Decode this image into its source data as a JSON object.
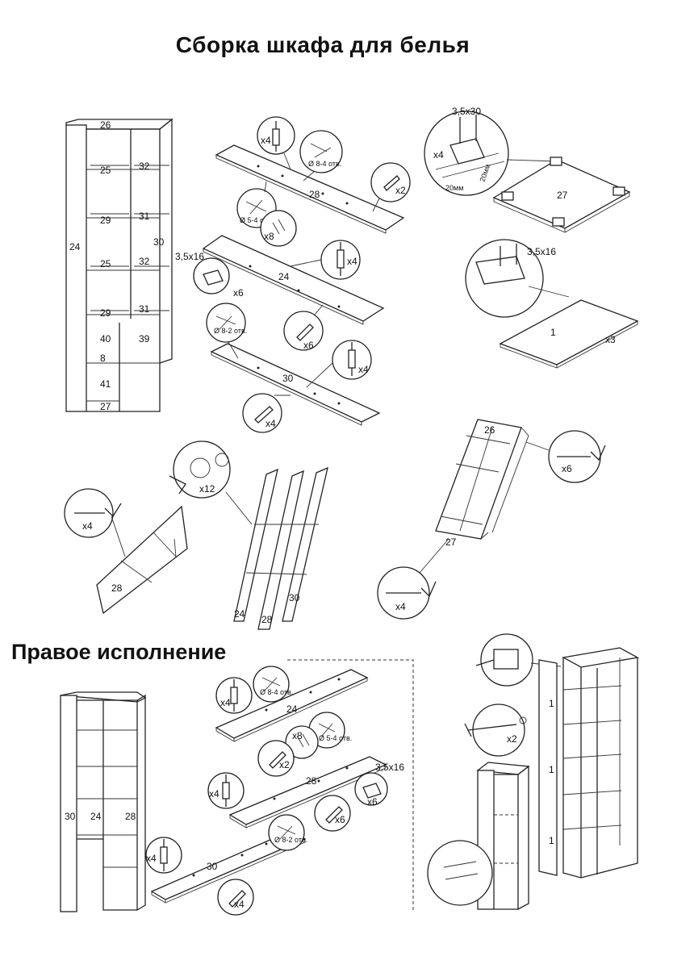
{
  "page": {
    "title": "Сборка шкафа для белья",
    "section_right": "Правое исполнение"
  },
  "cabinet_main": {
    "labels": [
      "26",
      "25",
      "32",
      "24",
      "29",
      "31",
      "30",
      "25",
      "32",
      "29",
      "31",
      "40",
      "39",
      "8",
      "41",
      "27"
    ]
  },
  "step_boards": {
    "board_28": {
      "label": "28",
      "qty_top": "x4",
      "drill_a": "Ø 8-4 отв.",
      "drill_b": "Ø 5-4 отв.",
      "qty_dowel": "x8",
      "qty_pin": "x2"
    },
    "board_24": {
      "label": "24",
      "screw": "3,5x16",
      "qty_bracket": "x6",
      "qty_top": "x4",
      "qty_pin": "x6"
    },
    "board_30": {
      "label": "30",
      "drill": "Ø 8-2 отв.",
      "qty_top": "x4",
      "qty_pin": "x4"
    }
  },
  "step_base": {
    "screw": "3,5x30",
    "qty": "x4",
    "dim_a": "20мм",
    "dim_b": "20мм",
    "label": "27"
  },
  "step_shelves": {
    "screw": "3,5x16",
    "label": "1",
    "qty": "x3"
  },
  "step_assembly": {
    "left": {
      "qty": "x4",
      "label": "28"
    },
    "middle": {
      "qty": "x12",
      "labels": [
        "24",
        "28",
        "30"
      ]
    },
    "right": {
      "qty_top": "x6",
      "qty_bottom": "x4",
      "label_top": "26",
      "label_bottom": "27"
    }
  },
  "right_version": {
    "cabinet_labels": [
      "30",
      "24",
      "28"
    ],
    "board_24": {
      "label": "24",
      "qty_top": "x4",
      "drill_a": "Ø 8-4 отв.",
      "drill_b": "Ø 5-4 отв.",
      "qty_dowel": "x8",
      "qty_pin": "x2"
    },
    "board_28": {
      "label": "28",
      "screw": "3,5x16",
      "qty_bracket": "x6",
      "qty_top": "x4",
      "qty_pin": "x6"
    },
    "board_30": {
      "label": "30",
      "drill": "Ø 8-2 отв.",
      "qty_top": "x4",
      "qty_pin": "x4"
    },
    "doors": {
      "qty_hinge": "x2",
      "door_labels": [
        "1",
        "1",
        "1"
      ]
    }
  }
}
